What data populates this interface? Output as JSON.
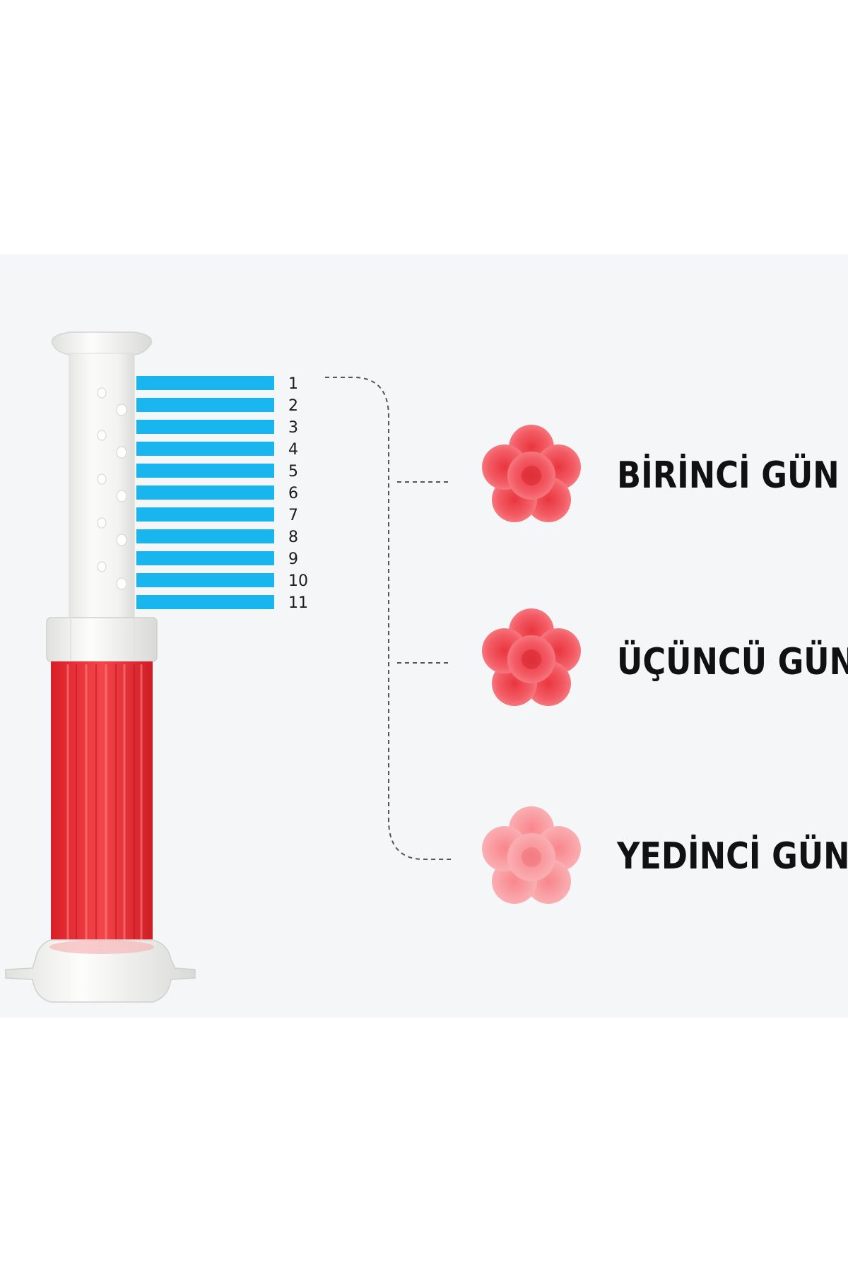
{
  "dose_scale": {
    "marks": [
      "1",
      "2",
      "3",
      "4",
      "5",
      "6",
      "7",
      "8",
      "9",
      "10",
      "11"
    ],
    "bar_color": "#19b5ee"
  },
  "stages": [
    {
      "label": "BİRİNCİ GÜN",
      "tint": "#f2545e"
    },
    {
      "label": "ÜÇÜNCÜ GÜN",
      "tint": "#f45a63"
    },
    {
      "label": "YEDİNCİ GÜN",
      "tint": "#f68c92"
    }
  ],
  "colors": {
    "tube_red": "#ef2f35",
    "plastic_white": "#f3f3f1",
    "panel_bg": "#f4f6f8"
  },
  "icons": {
    "gel_flower": "flower-icon",
    "applicator": "syringe-applicator-icon"
  }
}
